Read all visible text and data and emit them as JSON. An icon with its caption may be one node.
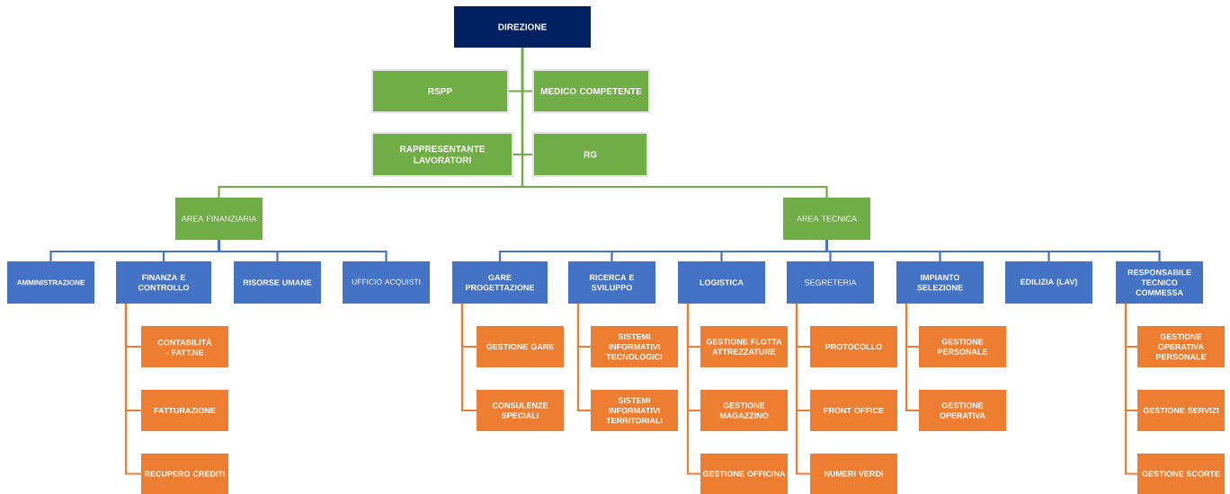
{
  "diagram": {
    "nodes": [
      {
        "text": [
          "DIREZIONE"
        ]
      },
      {
        "text": [
          "RSPP"
        ]
      },
      {
        "text": [
          "MEDICO COMPETENTE"
        ]
      },
      {
        "text": [
          "RAPPRESENTANTE LAVORATORI"
        ]
      },
      {
        "text": [
          "RG"
        ]
      },
      {
        "text": [
          "AREA FINANZIARIA"
        ]
      },
      {
        "text": [
          "AREA TECNICA"
        ]
      },
      {
        "text": [
          "AMMINISTRAZIONE"
        ]
      },
      {
        "text": [
          "FINANZA E CONTROLLO"
        ]
      },
      {
        "text": [
          "RISORSE UMANE"
        ]
      },
      {
        "text": [
          "UFFICIO ACQUISTI"
        ]
      },
      {
        "text": [
          "GARE PROGETTAZIONE"
        ]
      },
      {
        "text": [
          "RICERCA E SVILUPPO"
        ]
      },
      {
        "text": [
          "LOGISTICA"
        ]
      },
      {
        "text": [
          "SEGRETERIA"
        ]
      },
      {
        "text": [
          "IMPIANTO SELEZIONE"
        ]
      },
      {
        "text": [
          "EDILIZIA (LAV)"
        ]
      },
      {
        "text": [
          "RESPONSABILE TECNICO COMMESSA"
        ]
      },
      {
        "text": [
          "CONTABILITÀ - FATT.NE"
        ]
      },
      {
        "text": [
          "FATTURAZIONE"
        ]
      },
      {
        "text": [
          "RECUPERO CREDITI"
        ]
      },
      {
        "text": [
          "GESTIONE GARE"
        ]
      },
      {
        "text": [
          "CONSULENZE SPECIALI"
        ]
      },
      {
        "text": [
          "SISTEMI INFORMATIVI TECNOLOGICI"
        ]
      },
      {
        "text": [
          "SISTEMI INFORMATIVI TERRITORIALI"
        ]
      },
      {
        "text": [
          "GESTIONE FLOTTA ATTREZZATURE"
        ]
      },
      {
        "text": [
          "GESTIONE MAGAZZINO"
        ]
      },
      {
        "text": [
          "GESTIONE OFFICINA"
        ]
      },
      {
        "text": [
          "PROTOCOLLO"
        ]
      },
      {
        "text": [
          "FRONT OFFICE"
        ]
      },
      {
        "text": [
          "NUMERI VERDI"
        ]
      },
      {
        "text": [
          "GESTIONE PERSONALE"
        ]
      },
      {
        "text": [
          "GESTIONE OPERATIVA"
        ]
      },
      {
        "text": [
          "GESTIONE OPERATIVA PERSONALE"
        ]
      },
      {
        "text": [
          "GESTIONE SERVIZI"
        ]
      },
      {
        "text": [
          "GESTIONE SCORTE"
        ]
      }
    ],
    "edges": [
      {
        "from": 0,
        "to": 1,
        "arrow": "none",
        "color": "#70ad47"
      },
      {
        "from": 0,
        "to": 2,
        "arrow": "none",
        "color": "#70ad47"
      },
      {
        "from": 0,
        "to": 3,
        "arrow": "none",
        "color": "#70ad47"
      },
      {
        "from": 0,
        "to": 4,
        "arrow": "none",
        "color": "#70ad47"
      },
      {
        "from": 0,
        "to": 5,
        "arrow": "none",
        "color": "#70ad47"
      },
      {
        "from": 0,
        "to": 6,
        "arrow": "none",
        "color": "#70ad47"
      },
      {
        "from": 5,
        "to": 7,
        "arrow": "none",
        "color": "#4472c4"
      },
      {
        "from": 5,
        "to": 8,
        "arrow": "none",
        "color": "#4472c4"
      },
      {
        "from": 5,
        "to": 9,
        "arrow": "none",
        "color": "#4472c4"
      },
      {
        "from": 5,
        "to": 10,
        "arrow": "none",
        "color": "#4472c4"
      },
      {
        "from": 6,
        "to": 11,
        "arrow": "none",
        "color": "#4472c4"
      },
      {
        "from": 6,
        "to": 12,
        "arrow": "none",
        "color": "#4472c4"
      },
      {
        "from": 6,
        "to": 13,
        "arrow": "none",
        "color": "#4472c4"
      },
      {
        "from": 6,
        "to": 14,
        "arrow": "none",
        "color": "#4472c4"
      },
      {
        "from": 6,
        "to": 15,
        "arrow": "none",
        "color": "#4472c4"
      },
      {
        "from": 6,
        "to": 16,
        "arrow": "none",
        "color": "#4472c4"
      },
      {
        "from": 6,
        "to": 17,
        "arrow": "none",
        "color": "#4472c4"
      },
      {
        "from": 8,
        "to": 18,
        "arrow": "none"
      },
      {
        "from": 8,
        "to": 19,
        "arrow": "none"
      },
      {
        "from": 8,
        "to": 20,
        "arrow": "none"
      },
      {
        "from": 11,
        "to": 21,
        "arrow": "none"
      },
      {
        "from": 11,
        "to": 22,
        "arrow": "none"
      },
      {
        "from": 12,
        "to": 23,
        "arrow": "none"
      },
      {
        "from": 12,
        "to": 24,
        "arrow": "none"
      },
      {
        "from": 13,
        "to": 25,
        "arrow": "none"
      },
      {
        "from": 13,
        "to": 26,
        "arrow": "none"
      },
      {
        "from": 13,
        "to": 27,
        "arrow": "none"
      },
      {
        "from": 14,
        "to": 28,
        "arrow": "none"
      },
      {
        "from": 14,
        "to": 29,
        "arrow": "none"
      },
      {
        "from": 14,
        "to": 30,
        "arrow": "none"
      },
      {
        "from": 15,
        "to": 31,
        "arrow": "none"
      },
      {
        "from": 15,
        "to": 32,
        "arrow": "none"
      },
      {
        "from": 17,
        "to": 33,
        "arrow": "none"
      },
      {
        "from": 17,
        "to": 34,
        "arrow": "none"
      },
      {
        "from": 17,
        "to": 35,
        "arrow": "none"
      }
    ]
  }
}
